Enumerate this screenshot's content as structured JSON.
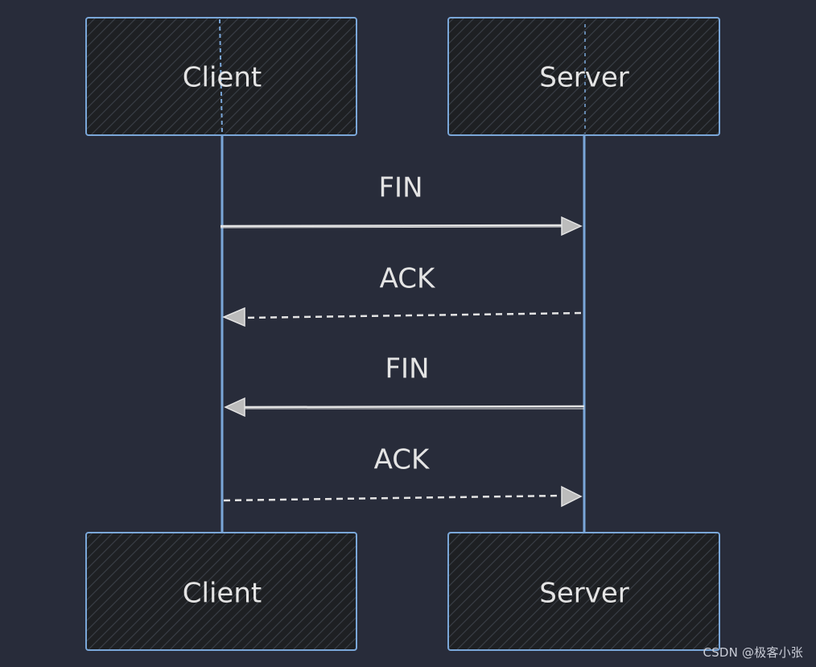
{
  "diagram": {
    "type": "sequence",
    "participants": [
      {
        "id": "client",
        "top_label": "Client",
        "bottom_label": "Client"
      },
      {
        "id": "server",
        "top_label": "Server",
        "bottom_label": "Server"
      }
    ],
    "messages": [
      {
        "label": "FIN",
        "from": "client",
        "to": "server",
        "style": "solid"
      },
      {
        "label": "ACK",
        "from": "server",
        "to": "client",
        "style": "dashed"
      },
      {
        "label": "FIN",
        "from": "server",
        "to": "client",
        "style": "solid"
      },
      {
        "label": "ACK",
        "from": "client",
        "to": "server",
        "style": "dashed"
      }
    ]
  },
  "colors": {
    "background": "#282c3a",
    "box_fill": "#1e2023",
    "box_stroke": "#7aa7d9",
    "lifeline": "#7aa7d9",
    "arrow": "#e4e4e4",
    "text": "#e4e4e4"
  },
  "watermark": "CSDN @极客小张"
}
